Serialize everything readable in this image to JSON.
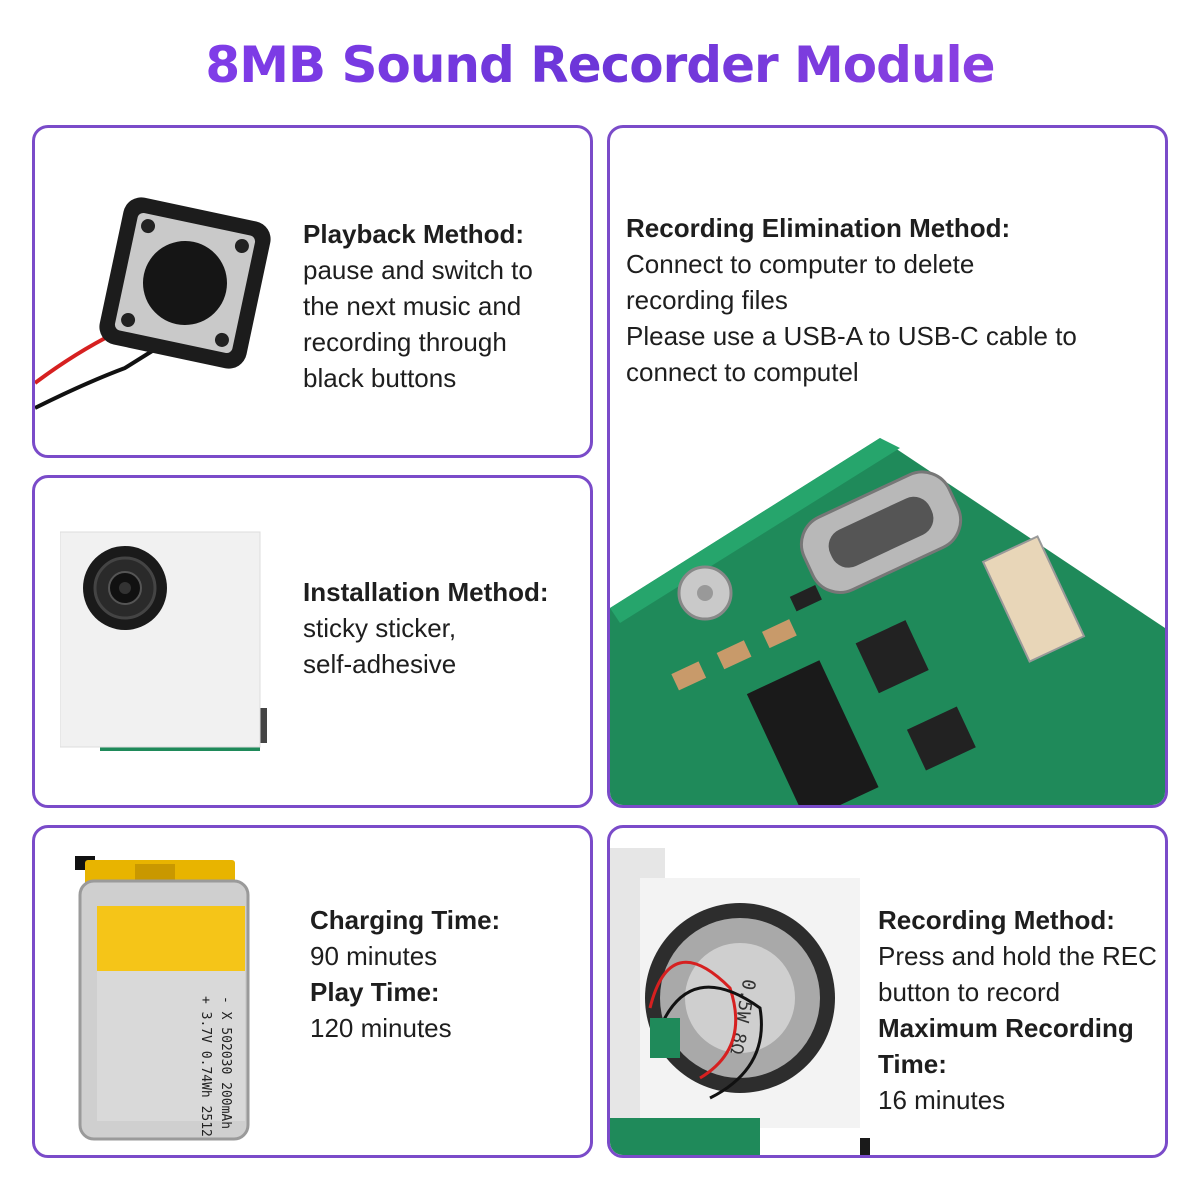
{
  "title": "8MB Sound Recorder Module",
  "colors": {
    "accent": "#7a4bc9",
    "title_gradient": [
      "#8a3ff0",
      "#6c36d8"
    ],
    "pcb": "#1f8a5a"
  },
  "cards": {
    "playback": {
      "heading": "Playback Method:",
      "lines": [
        "pause and switch to",
        "the next music and",
        "recording through",
        "black buttons"
      ],
      "image": "push-button-icon"
    },
    "installation": {
      "heading": "Installation Method:",
      "lines": [
        "sticky sticker,",
        "self-adhesive"
      ],
      "image": "speaker-sticker-icon"
    },
    "battery": {
      "heading1": "Charging Time:",
      "value1": "90 minutes",
      "heading2": "Play Time:",
      "value2": "120 minutes",
      "image": "battery-icon",
      "battery_label": "+ 3.7V 0.74Wh 2512",
      "battery_label2": "- X 502030 200mAh"
    },
    "elimination": {
      "heading": "Recording Elimination Method:",
      "lines": [
        "Connect to computer to delete",
        "recording files",
        "Please use a USB-A to USB-C cable to",
        "connect to computel"
      ],
      "image": "pcb-usb-c-icon"
    },
    "recording": {
      "heading1": "Recording Method:",
      "lines1": [
        "Press and hold the REC",
        "button to record"
      ],
      "heading2": "Maximum Recording",
      "heading2b": "Time:",
      "value2": "16 minutes",
      "image": "speaker-board-icon",
      "speaker_text": "0.5W 8Ω"
    }
  }
}
